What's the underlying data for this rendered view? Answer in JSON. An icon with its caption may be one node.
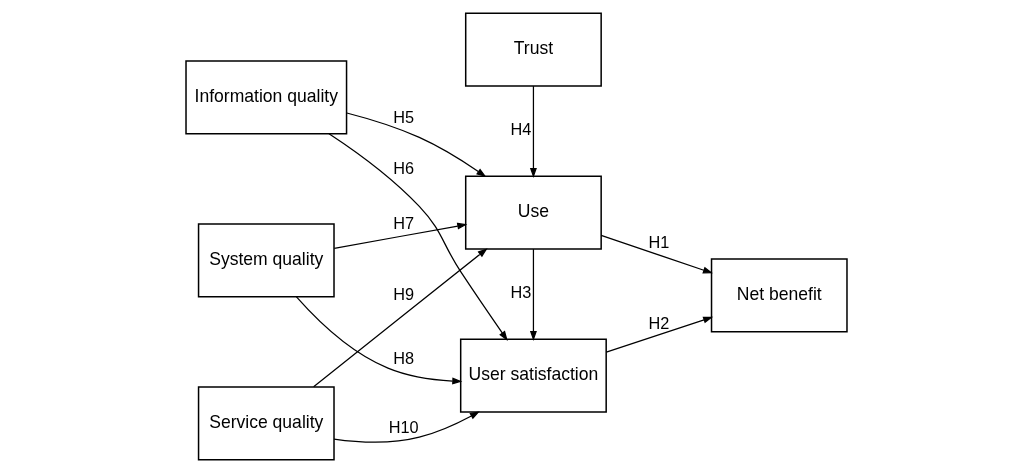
{
  "diagram": {
    "nodes": [
      {
        "text": [
          "Trust"
        ]
      },
      {
        "text": [
          "Information quality"
        ]
      },
      {
        "text": [
          "Use"
        ]
      },
      {
        "text": [
          "System quality"
        ]
      },
      {
        "text": [
          "Net benefit"
        ]
      },
      {
        "text": [
          "User satisfaction"
        ]
      },
      {
        "text": [
          "Service quality"
        ]
      }
    ],
    "edges": [
      {
        "from": 0,
        "to": 2,
        "arrow": "to",
        "label": "H4"
      },
      {
        "from": 1,
        "to": 2,
        "arrow": "to",
        "label": "H5"
      },
      {
        "from": 1,
        "to": 5,
        "arrow": "to",
        "label": "H6"
      },
      {
        "from": 3,
        "to": 2,
        "arrow": "to",
        "label": "H7"
      },
      {
        "from": 3,
        "to": 5,
        "arrow": "to",
        "label": "H8"
      },
      {
        "from": 6,
        "to": 2,
        "arrow": "to",
        "label": "H9"
      },
      {
        "from": 6,
        "to": 5,
        "arrow": "to",
        "label": "H10"
      },
      {
        "from": 2,
        "to": 4,
        "arrow": "to",
        "label": "H1"
      },
      {
        "from": 2,
        "to": 5,
        "arrow": "to",
        "label": "H3"
      },
      {
        "from": 5,
        "to": 4,
        "arrow": "to",
        "label": "H2"
      }
    ]
  }
}
